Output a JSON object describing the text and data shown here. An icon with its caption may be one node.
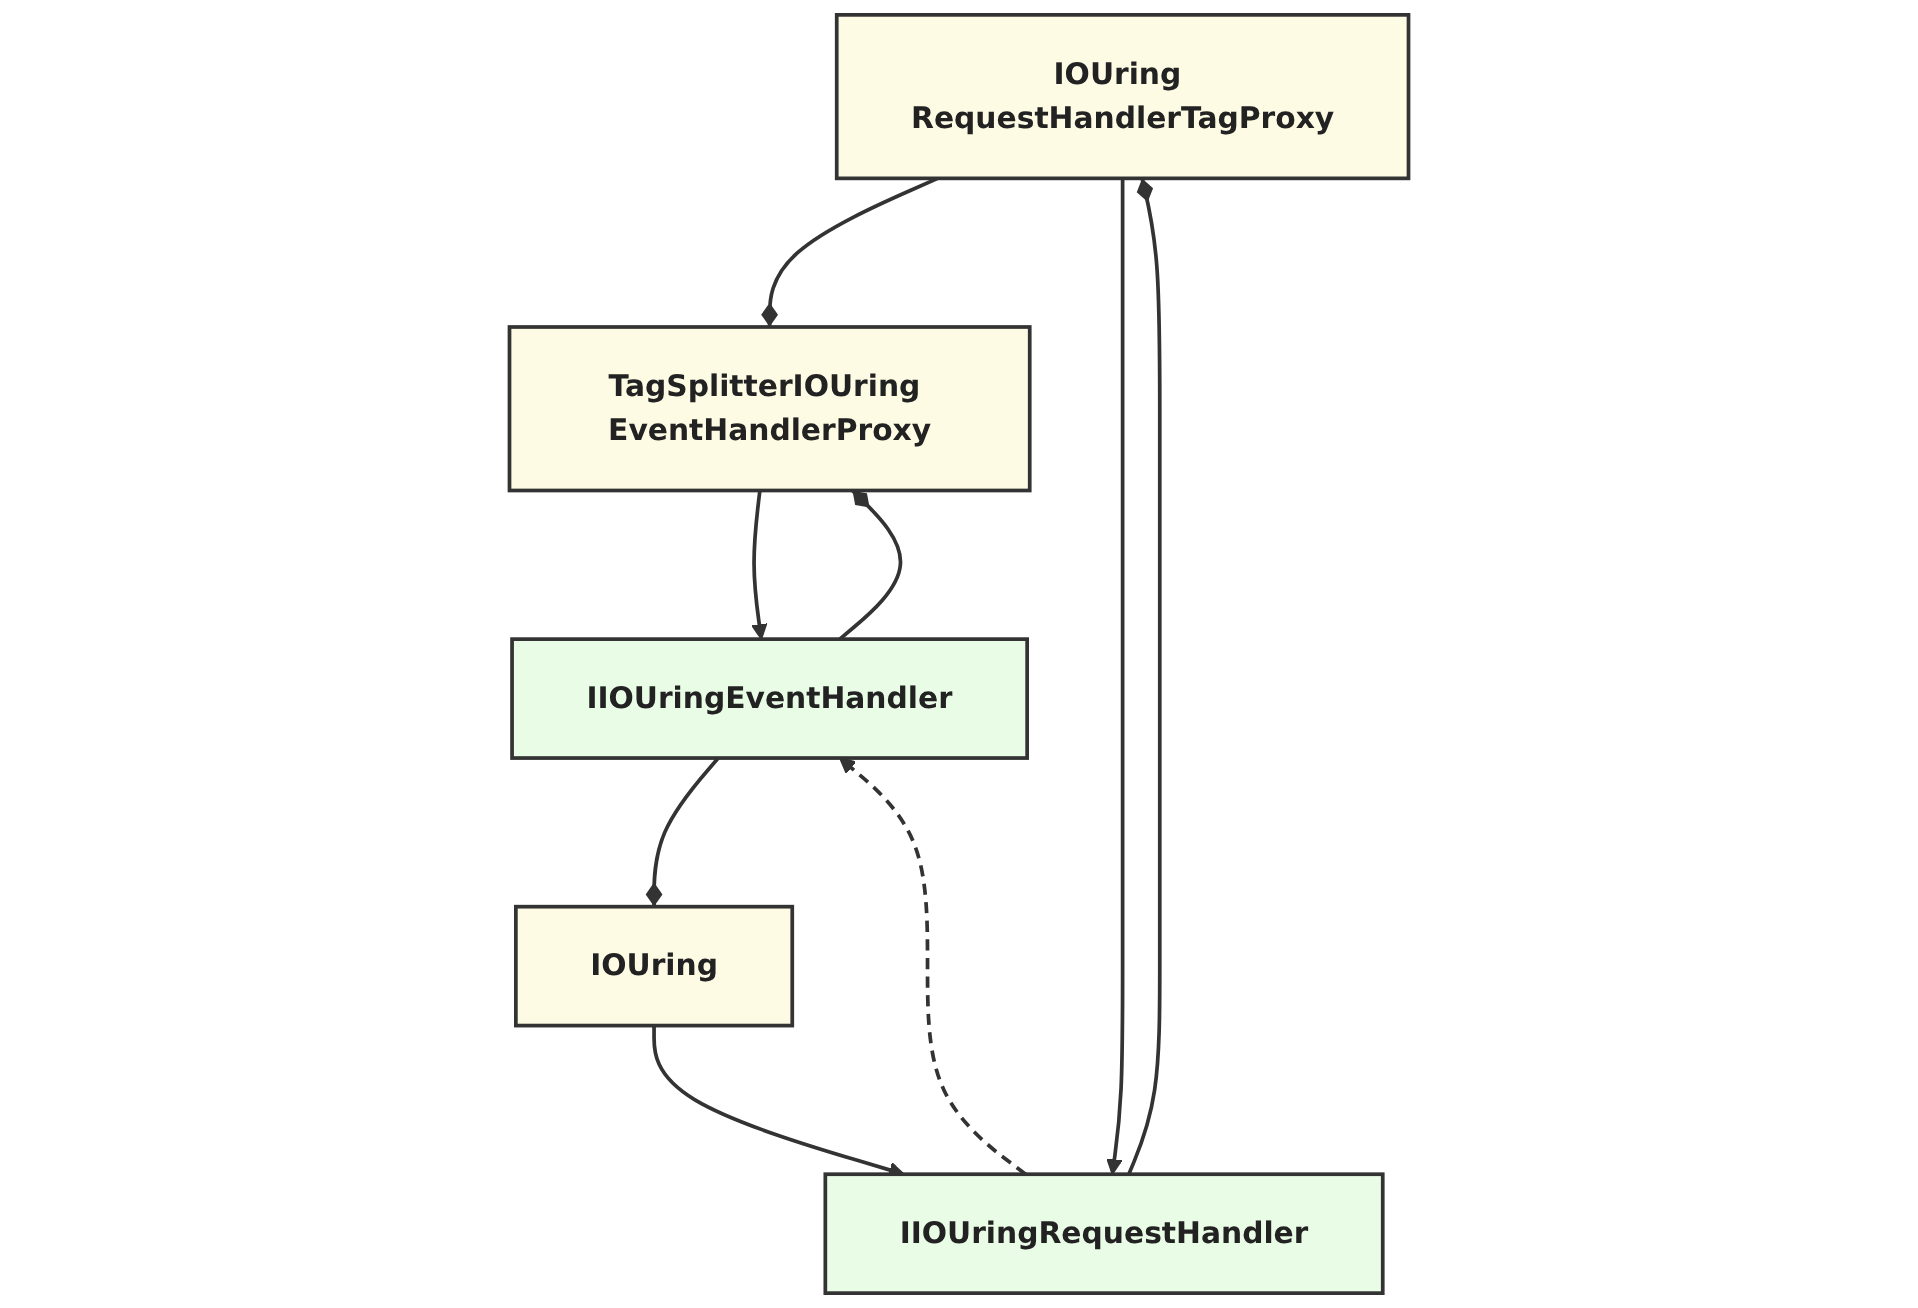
{
  "diagram": {
    "nodes": [
      {
        "text": [
          "IOUring RequestHandlerTagProxy"
        ]
      },
      {
        "text": [
          "TagSplitterIOUring EventHandlerProxy"
        ]
      },
      {
        "text": [
          "IIOUringRequestHandler"
        ]
      },
      {
        "text": [
          "IIOUringEventHandler"
        ]
      },
      {
        "text": [
          "IOUring"
        ]
      }
    ],
    "edges": [
      {
        "from": 0,
        "to": 1,
        "arrow": "other"
      },
      {
        "from": 0,
        "to": 2,
        "arrow": "to"
      },
      {
        "from": 2,
        "to": 0,
        "arrow": "other"
      },
      {
        "from": 1,
        "to": 3,
        "arrow": "to"
      },
      {
        "from": 3,
        "to": 1,
        "arrow": "other"
      },
      {
        "from": 2,
        "to": 3,
        "arrow": "to",
        "style": "dashed"
      },
      {
        "from": 4,
        "to": 2,
        "arrow": "to"
      },
      {
        "from": 3,
        "to": 4,
        "arrow": "other"
      }
    ]
  }
}
